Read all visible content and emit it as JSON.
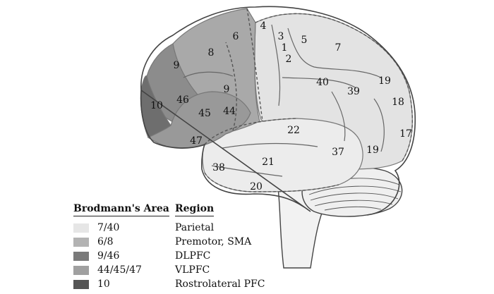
{
  "brain_labels": {
    "a10": "10",
    "a46": "46",
    "a9_upper": "9",
    "a9_lower": "9",
    "a45": "45",
    "a44": "44",
    "a47": "47",
    "a8": "8",
    "a6": "6",
    "a4": "4",
    "a3": "3",
    "a1": "1",
    "a2": "2",
    "a5": "5",
    "a7": "7",
    "a40": "40",
    "a39": "39",
    "a19_upper": "19",
    "a18": "18",
    "a17": "17",
    "a19_lower": "19",
    "a22": "22",
    "a21": "21",
    "a37": "37",
    "a38": "38",
    "a20": "20"
  },
  "legend": {
    "header_area": "Brodmann's Area",
    "header_region": "Region",
    "rows": [
      {
        "area": "7/40",
        "region": "Parietal",
        "color": "#e6e6e6"
      },
      {
        "area": "6/8",
        "region": "Premotor, SMA",
        "color": "#b3b3b3"
      },
      {
        "area": "9/46",
        "region": "DLPFC",
        "color": "#7a7a7a"
      },
      {
        "area": "44/45/47",
        "region": "VLPFC",
        "color": "#a0a0a0"
      },
      {
        "area": "10",
        "region": "Rostrolateral PFC",
        "color": "#555555"
      }
    ]
  }
}
